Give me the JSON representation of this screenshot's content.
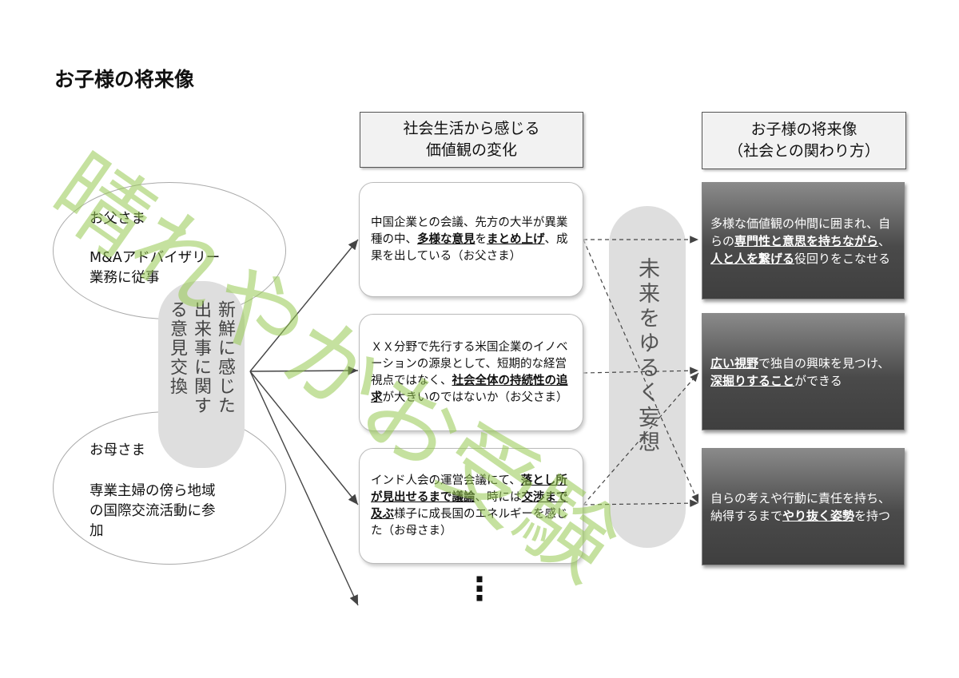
{
  "title": "お子様の将来像",
  "headers": {
    "middle": [
      "社会生活から感じる",
      "価値観の変化"
    ],
    "right": [
      "お子様の将来像",
      "（社会との関わり方）"
    ]
  },
  "father": {
    "label": "お父さま",
    "desc": [
      "M&Aアドバイザリー",
      "業務に従事"
    ]
  },
  "mother": {
    "label": "お母さま",
    "desc": [
      "専業主婦の傍ら地域",
      "の国際交流活動に参",
      "加"
    ]
  },
  "exchange": [
    "新鮮に感じた",
    "出来事に関す",
    "る意見交換"
  ],
  "cards": [
    {
      "parts": [
        {
          "t": "中国企業との会議、先方の大半が異業種の中、",
          "b": false
        },
        {
          "t": "多様な意見",
          "b": true
        },
        {
          "t": "を",
          "b": false
        },
        {
          "t": "まとめ上げ",
          "b": true
        },
        {
          "t": "、成果を出している（お父さま）",
          "b": false
        }
      ]
    },
    {
      "parts": [
        {
          "t": "ＸＸ分野で先行する米国企業のイノベーションの源泉として、短期的な経営視点ではなく、",
          "b": false
        },
        {
          "t": "社会全体の持続性の追求",
          "b": true
        },
        {
          "t": "が大きいのではないか（お父さま）",
          "b": false
        }
      ]
    },
    {
      "parts": [
        {
          "t": "インド人会の運営会議にて、",
          "b": false
        },
        {
          "t": "落とし所が見出せるまで議論",
          "b": true
        },
        {
          "t": "、時には",
          "b": false
        },
        {
          "t": "交渉まで及ぶ",
          "b": true
        },
        {
          "t": "様子に成長国のエネルギーを感じた（お母さま）",
          "b": false
        }
      ]
    }
  ],
  "future_label": "未来をゆるく妄想",
  "outcomes": [
    {
      "parts": [
        {
          "t": "多様な価値観の仲間に囲まれ、自らの",
          "b": false
        },
        {
          "t": "専門性と意思を持ちながら",
          "b": true
        },
        {
          "t": "、",
          "b": false
        },
        {
          "t": "人と人を繋げる",
          "b": true
        },
        {
          "t": "役回りをこなせる",
          "b": false
        }
      ]
    },
    {
      "parts": [
        {
          "t": "広い視野",
          "b": true
        },
        {
          "t": "で独自の興味を見つけ、",
          "b": false
        },
        {
          "t": "深掘りすること",
          "b": true
        },
        {
          "t": "ができる",
          "b": false
        }
      ]
    },
    {
      "parts": [
        {
          "t": "自らの考えや行動に責任を持ち、納得するまで",
          "b": false
        },
        {
          "t": "やり抜く姿勢",
          "b": true
        },
        {
          "t": "を持つ",
          "b": false
        }
      ]
    }
  ],
  "ellipsis": "⋮",
  "watermark": "晴れやかお受験"
}
